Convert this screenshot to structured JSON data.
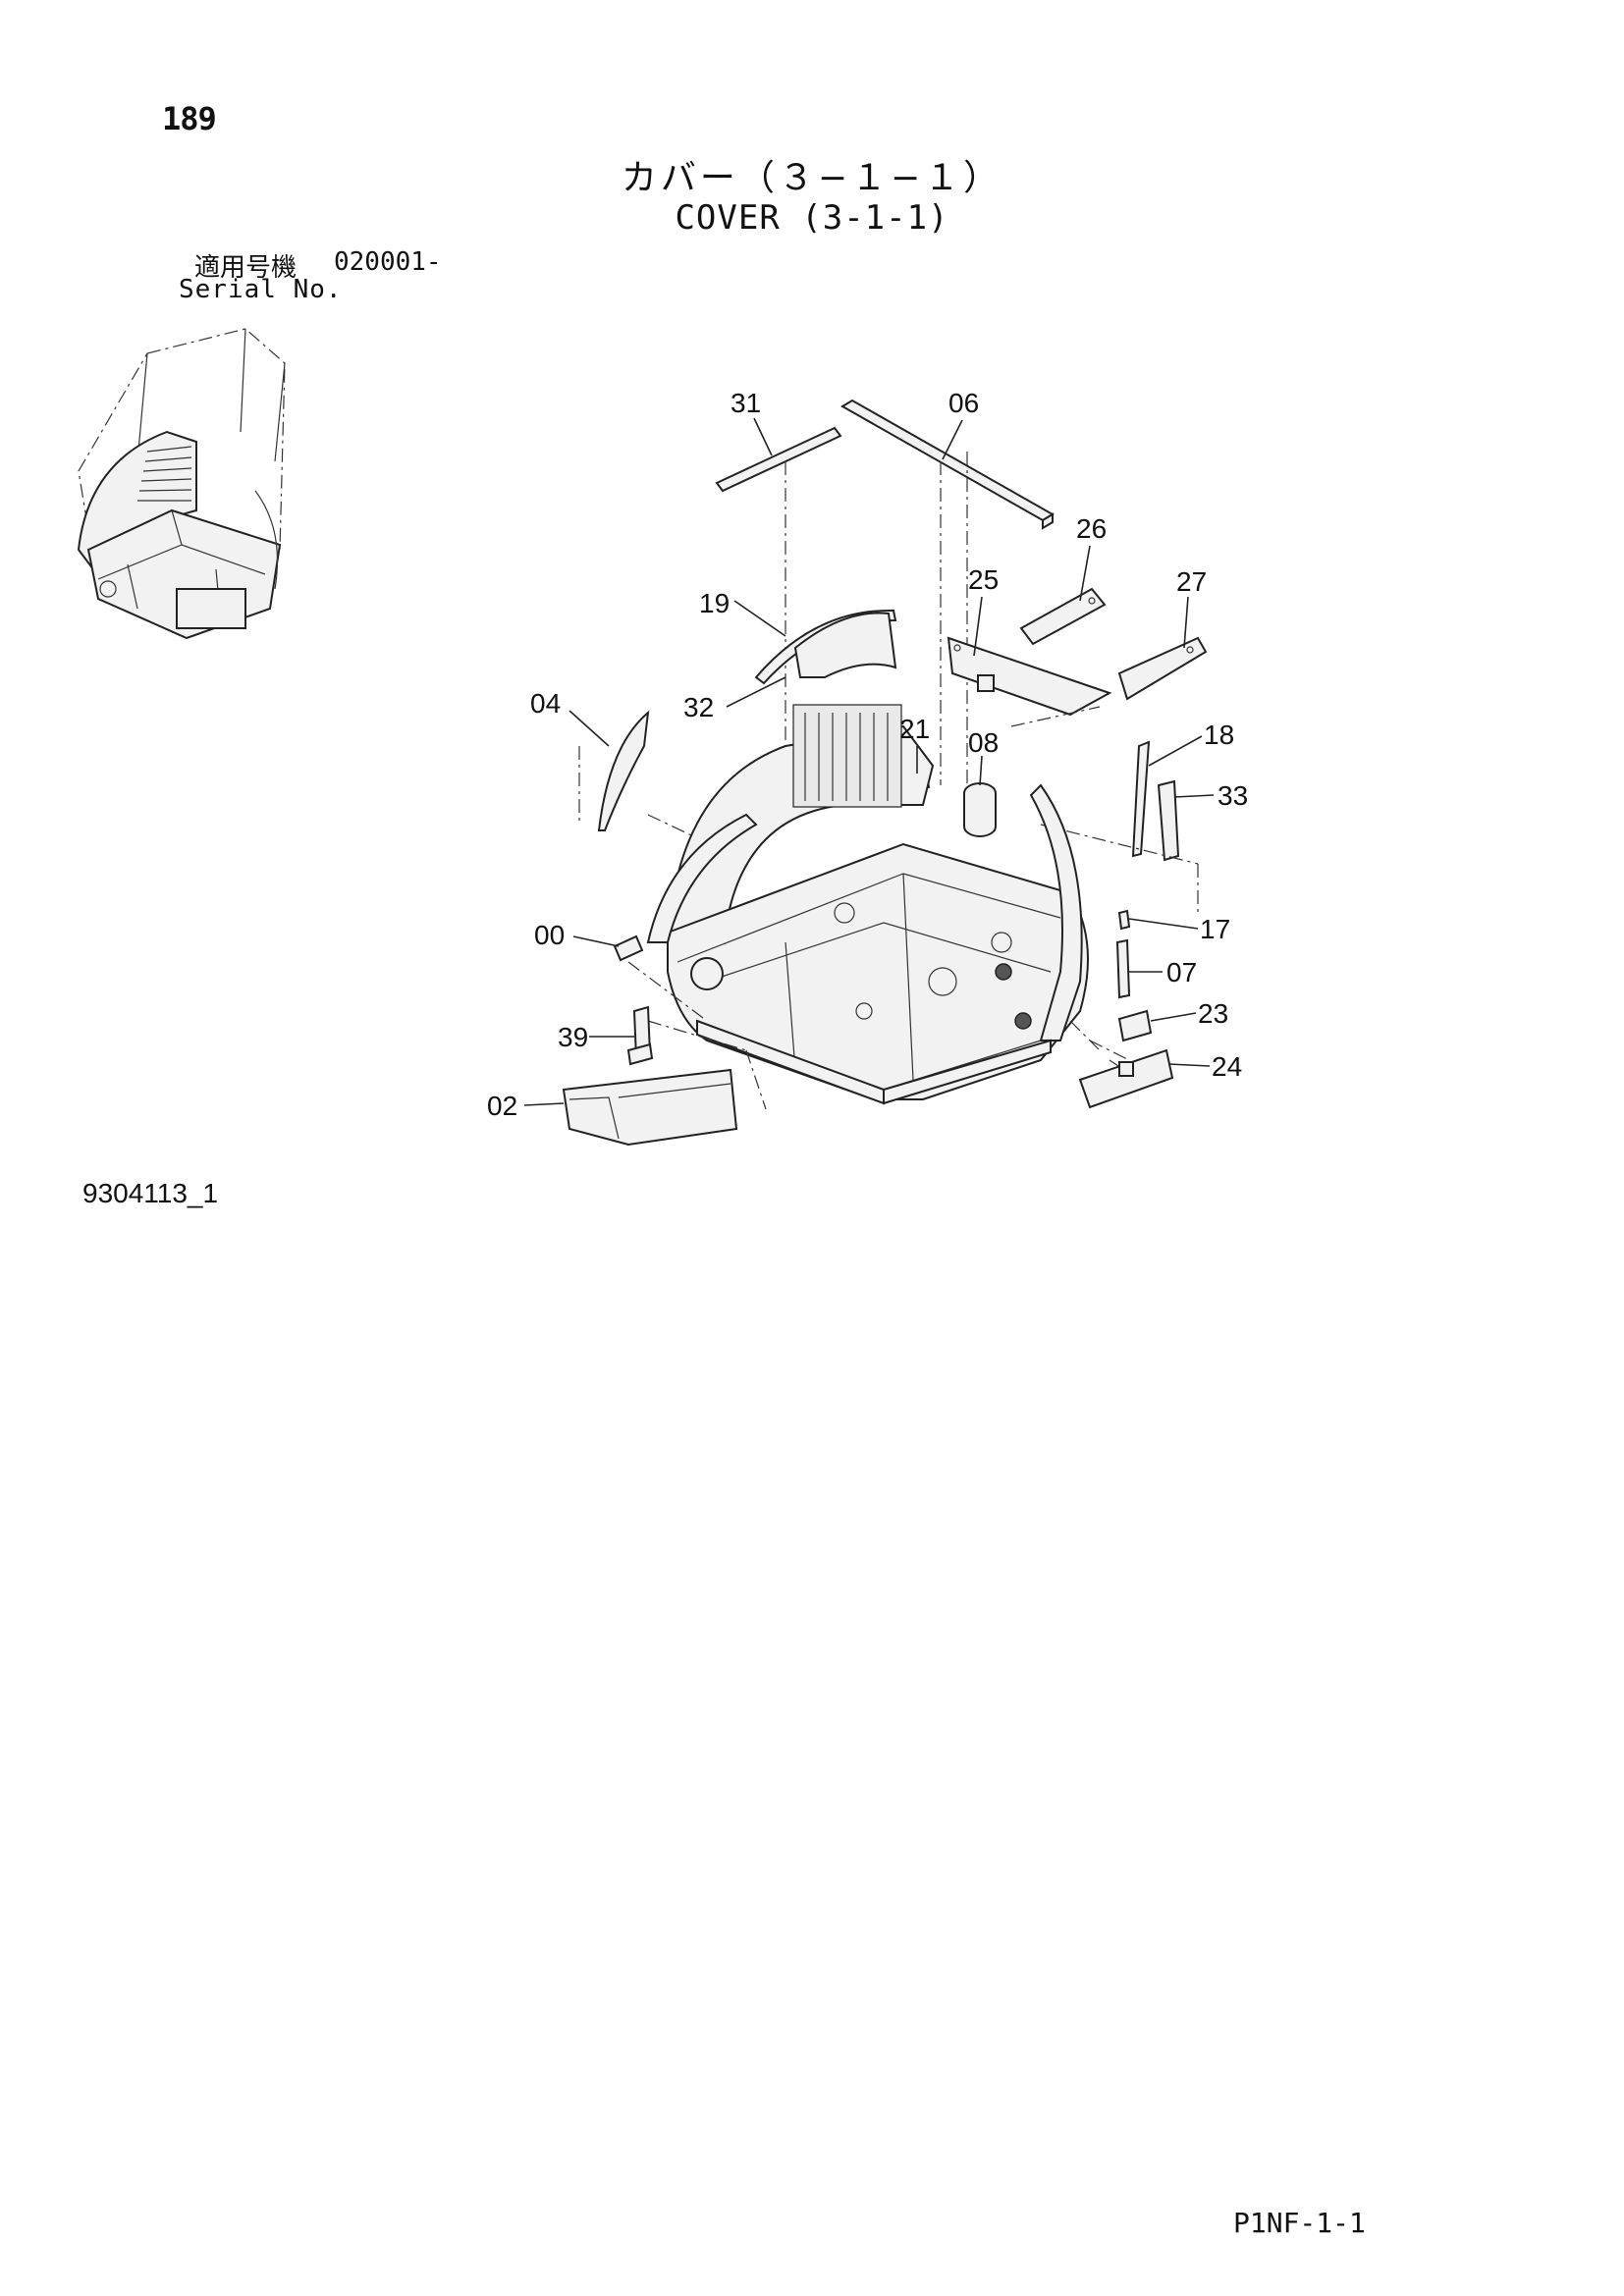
{
  "header": {
    "page_number": "189",
    "title_jp": "カバー（３−１−１）",
    "title_en": "COVER (3-1-1)"
  },
  "serial": {
    "label_jp": "適用号機",
    "value": "020001-",
    "label_en": "Serial No."
  },
  "callouts": {
    "c31": "31",
    "c06": "06",
    "c26": "26",
    "c25": "25",
    "c27": "27",
    "c19": "19",
    "c32": "32",
    "c04": "04",
    "c21": "21",
    "c08": "08",
    "c18": "18",
    "c33": "33",
    "c00": "00",
    "c17": "17",
    "c07": "07",
    "c39": "39",
    "c23": "23",
    "c02": "02",
    "c24": "24"
  },
  "footer": {
    "drawing_code": "9304113_1",
    "page_code": "P1NF-1-1"
  }
}
